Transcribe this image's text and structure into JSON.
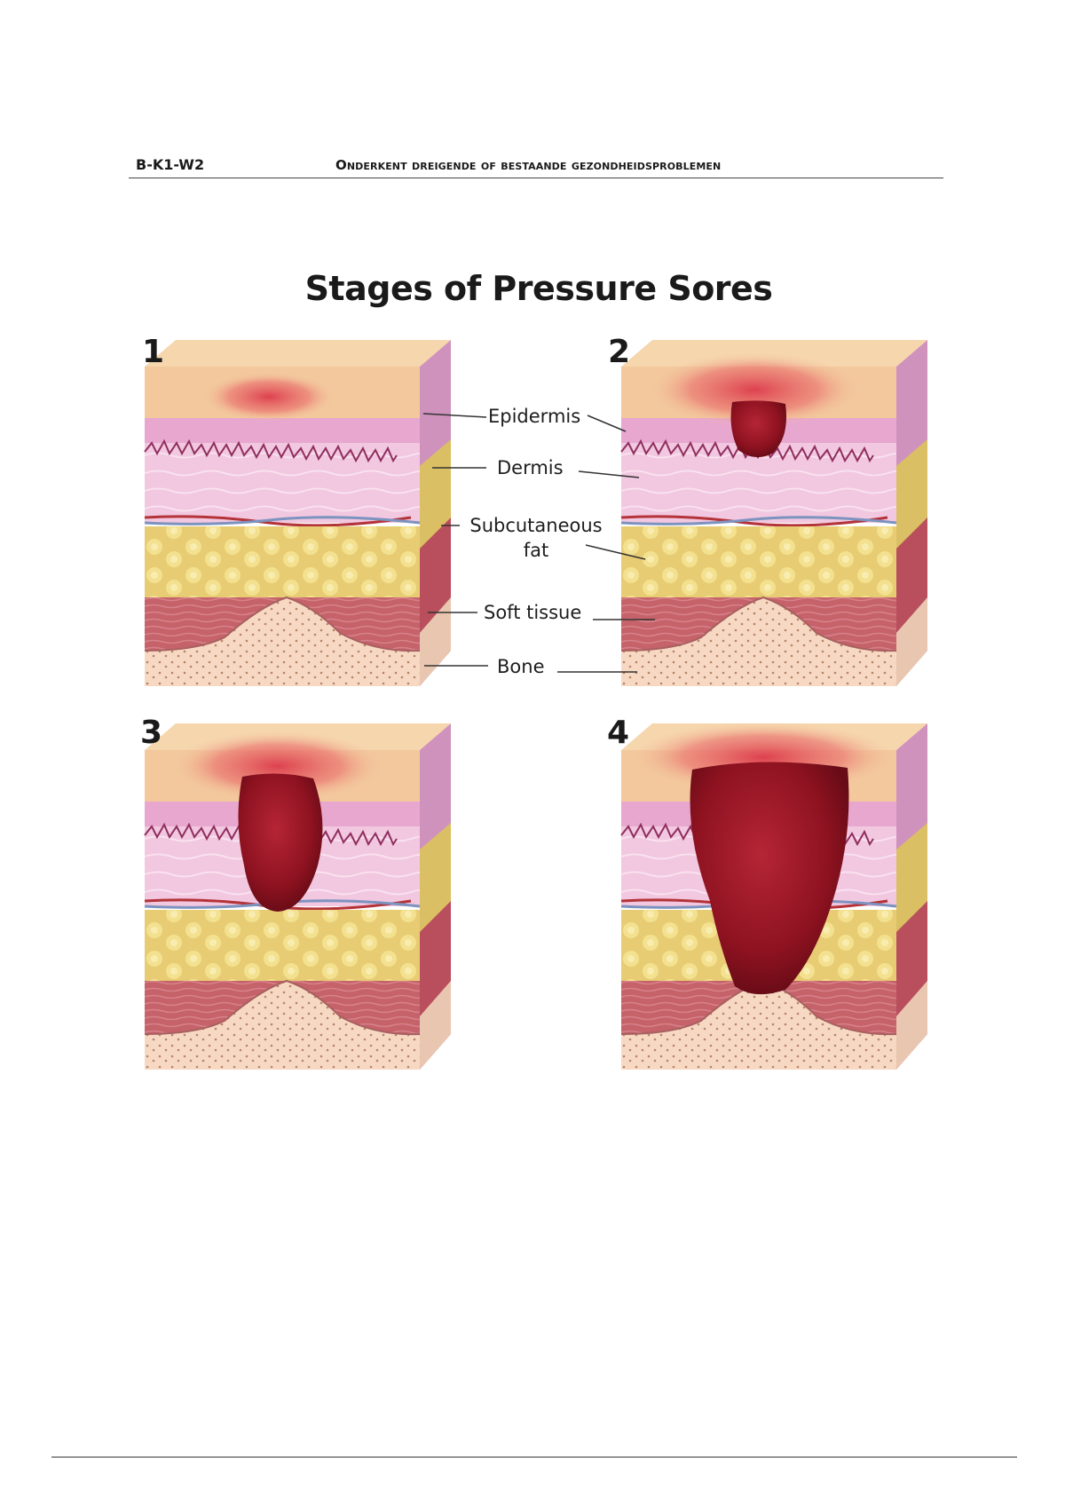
{
  "header": {
    "code": "B-K1-W2",
    "title": "Onderkent dreigende of bestaande gezondheidsproblemen"
  },
  "figure": {
    "title": "Stages of Pressure Sores",
    "stages": [
      "1",
      "2",
      "3",
      "4"
    ],
    "labels": {
      "epidermis": "Epidermis",
      "dermis": "Dermis",
      "subcutaneous_1": "Subcutaneous",
      "subcutaneous_2": "fat",
      "soft_tissue": "Soft tissue",
      "bone": "Bone"
    },
    "colors": {
      "skin_top": "#f3c89d",
      "epidermis": "#e8a7cf",
      "dermis": "#f2c7e0",
      "fat": "#e7cc74",
      "soft_tissue": "#c5626a",
      "bone": "#f7d9c3",
      "wound": "#8e1220"
    }
  }
}
